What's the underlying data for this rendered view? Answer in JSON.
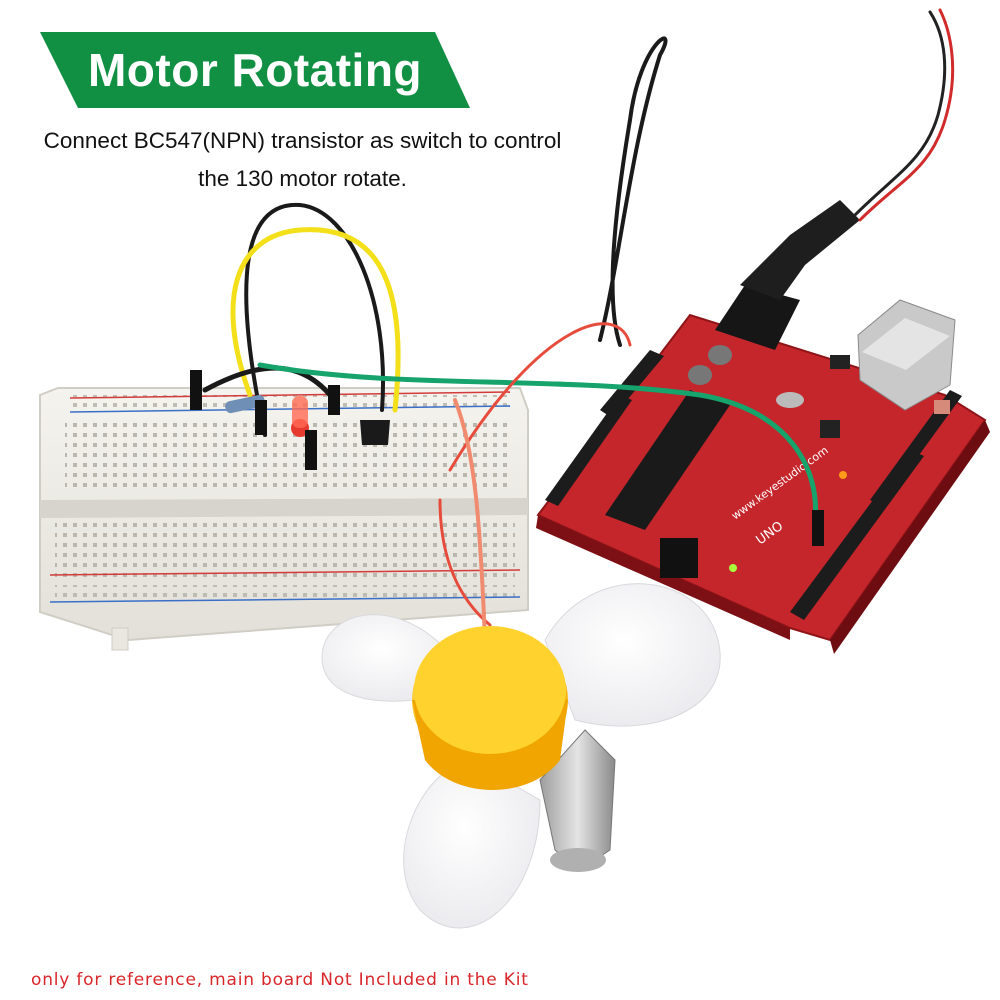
{
  "banner": {
    "title": "Motor Rotating",
    "color": "#119044"
  },
  "subtitle": {
    "line1": "Connect BC547(NPN) transistor as switch to control",
    "line2": "the 130 motor rotate."
  },
  "board": {
    "brand": "www.keyestudio.com",
    "model": "UNO",
    "color": "#c4262b"
  },
  "footnote": "only for reference, main board Not Included in the Kit"
}
